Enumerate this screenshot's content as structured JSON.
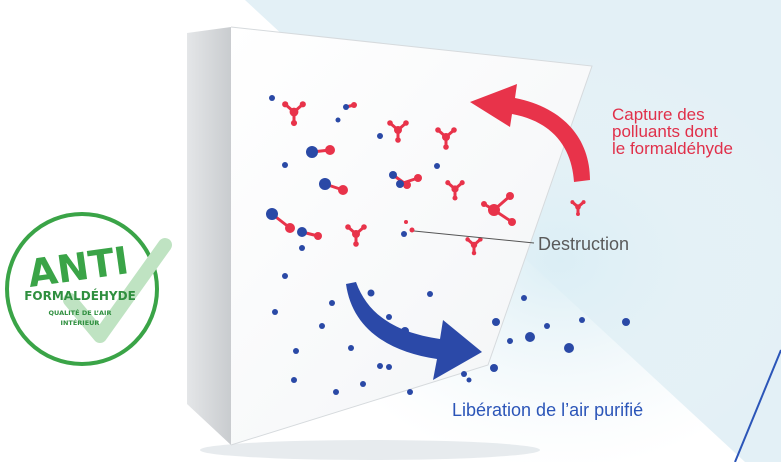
{
  "labels": {
    "capture_lines": [
      "Capture des",
      "polluants dont",
      "le formaldéhyde"
    ],
    "destruction": "Destruction",
    "release": "Libération de l’air purifié"
  },
  "badge": {
    "title": "ANTI",
    "subtitle": "FORMALDÉHYDE",
    "line1": "QUALITÉ DE L’AIR",
    "line2": "INTÉRIEUR"
  },
  "colors": {
    "pollutant_red": "#e8334a",
    "molecule_blue": "#2a49a6",
    "badge_green": "#3aa447",
    "capture_text": "#e0304a",
    "release_text": "#2b55b8",
    "destruction_text": "#5a5a5a",
    "background_tint": "#e3f0f6"
  },
  "icons": {
    "capture_arrow": "curved-arrow-icon",
    "release_arrow": "curved-arrow-icon",
    "badge_check": "check-mark-icon"
  }
}
